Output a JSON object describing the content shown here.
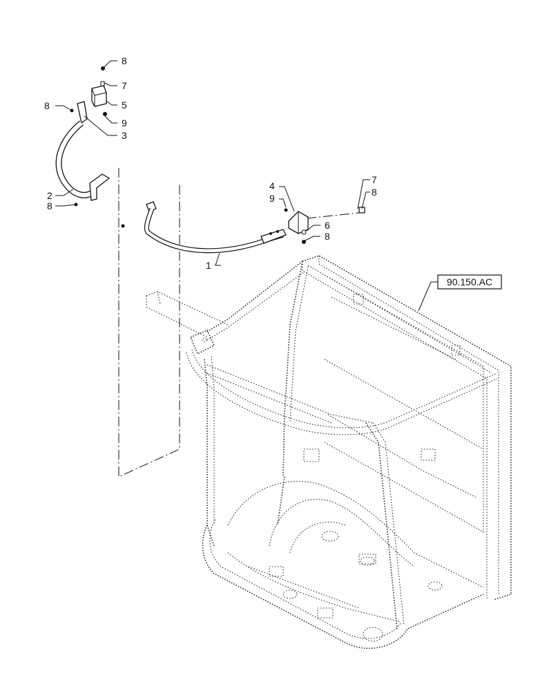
{
  "diagram": {
    "callouts": [
      {
        "id": "c8a",
        "text": "8"
      },
      {
        "id": "c7a",
        "text": "7"
      },
      {
        "id": "c5",
        "text": "5"
      },
      {
        "id": "c9a",
        "text": "9"
      },
      {
        "id": "c3",
        "text": "3"
      },
      {
        "id": "c8b",
        "text": "8"
      },
      {
        "id": "c2",
        "text": "2"
      },
      {
        "id": "c8c",
        "text": "8"
      },
      {
        "id": "c4",
        "text": "4"
      },
      {
        "id": "c9b",
        "text": "9"
      },
      {
        "id": "c7b",
        "text": "7"
      },
      {
        "id": "c8d",
        "text": "8"
      },
      {
        "id": "c6",
        "text": "6"
      },
      {
        "id": "c8e",
        "text": "8"
      },
      {
        "id": "c1",
        "text": "1"
      }
    ],
    "reference_box": {
      "text": "90.150.AC"
    }
  }
}
